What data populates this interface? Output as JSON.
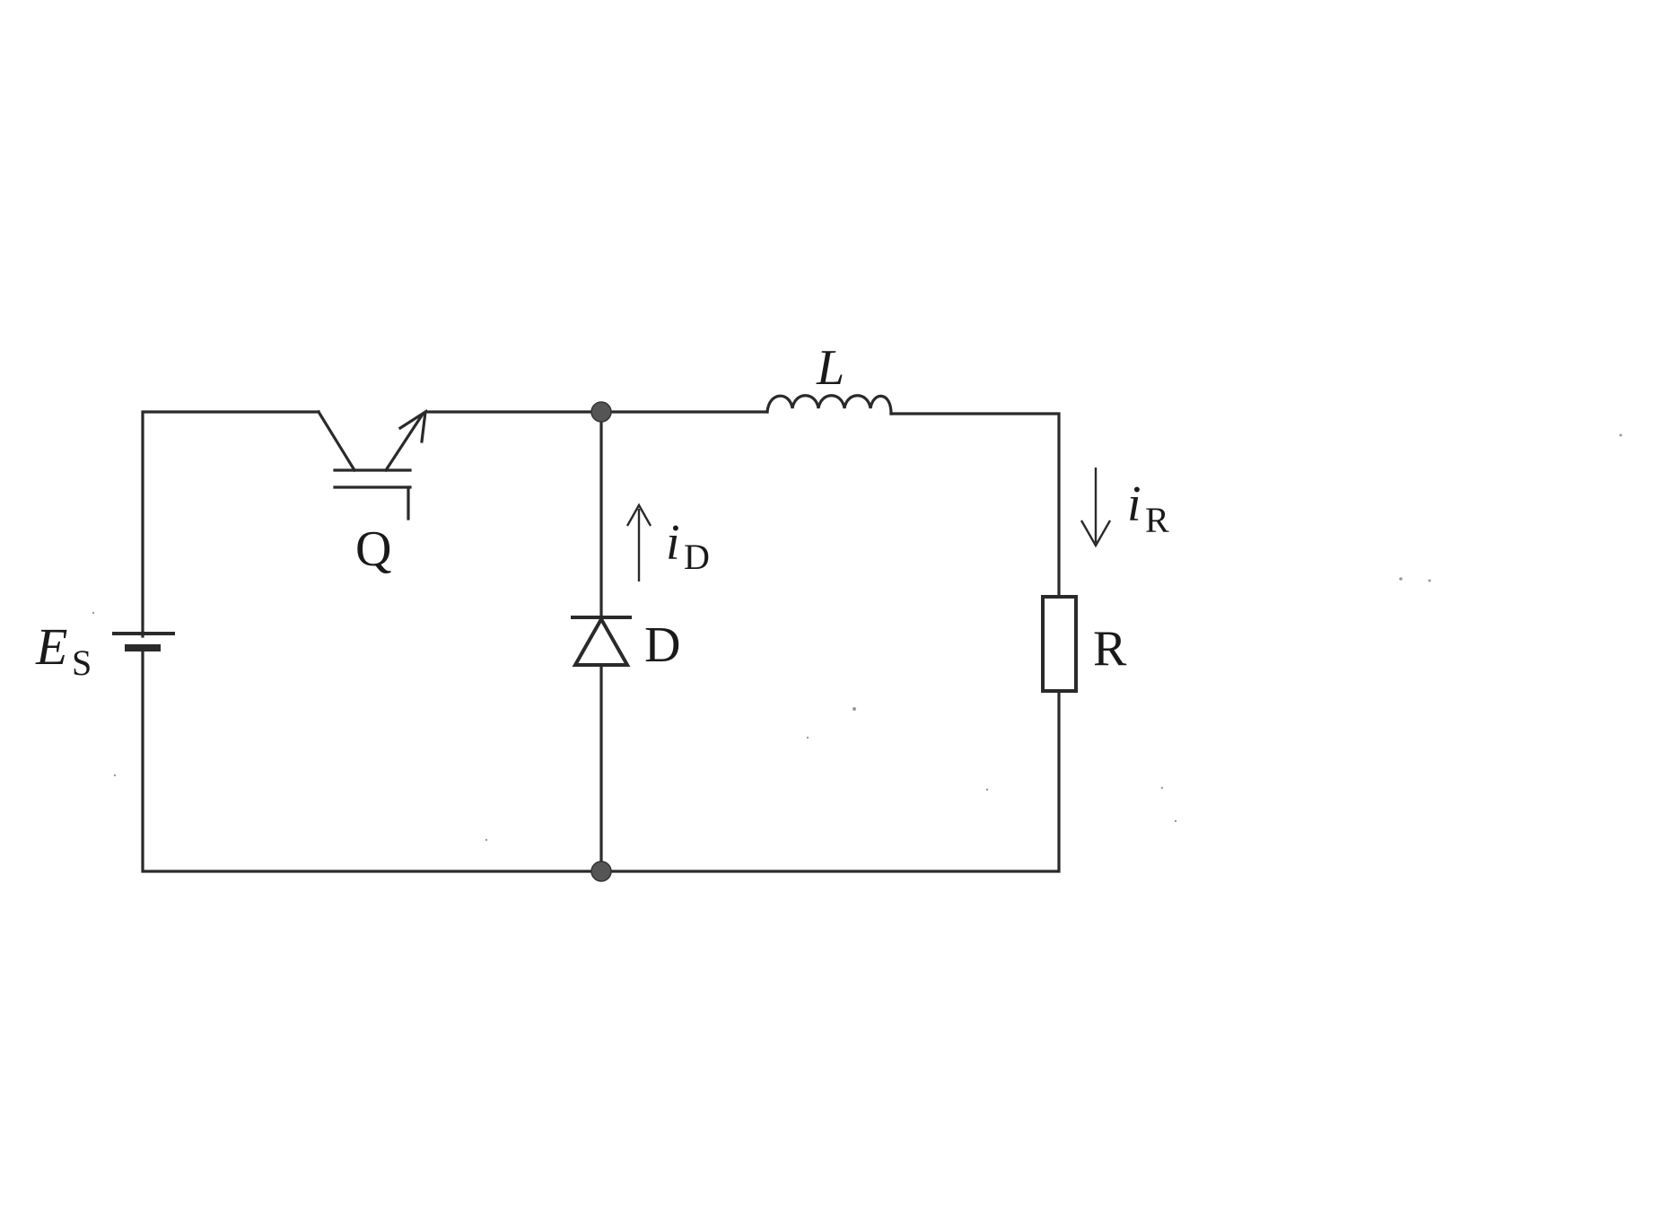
{
  "labels": {
    "source_main": "E",
    "source_sub": "S",
    "transistor": "Q",
    "diode": "D",
    "inductor": "L",
    "resistor": "R",
    "diode_current_main": "i",
    "diode_current_sub": "D",
    "resistor_current_main": "i",
    "resistor_current_sub": "R"
  }
}
